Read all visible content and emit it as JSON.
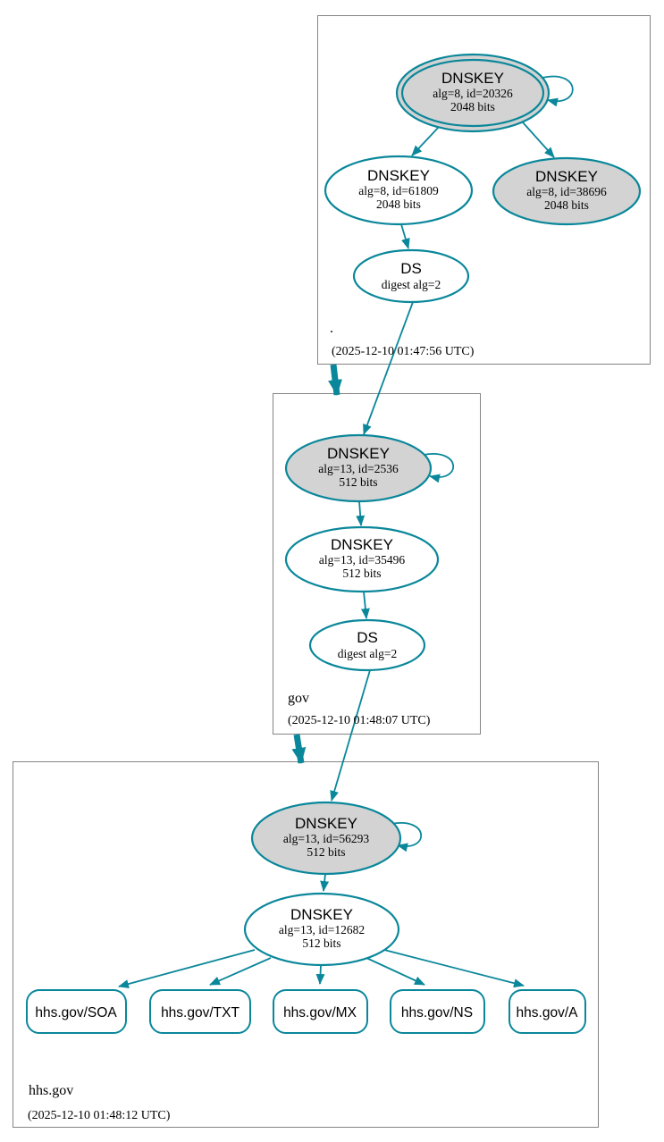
{
  "colors": {
    "edge": "#0a879a",
    "ksk_fill": "#d3d3d3",
    "node_fill": "#ffffff",
    "box_border": "#848484",
    "text": "#000000"
  },
  "zones": [
    {
      "label": ".",
      "timestamp": "(2025-12-10 01:47:56 UTC)",
      "nodes": [
        {
          "type": "dnskey-ksk-sep",
          "title": "DNSKEY",
          "detail1": "alg=8, id=20326",
          "detail2": "2048 bits"
        },
        {
          "type": "dnskey-zsk",
          "title": "DNSKEY",
          "detail1": "alg=8, id=61809",
          "detail2": "2048 bits"
        },
        {
          "type": "dnskey-ksk",
          "title": "DNSKEY",
          "detail1": "alg=8, id=38696",
          "detail2": "2048 bits"
        },
        {
          "type": "ds",
          "title": "DS",
          "detail1": "digest alg=2"
        }
      ]
    },
    {
      "label": "gov",
      "timestamp": "(2025-12-10 01:48:07 UTC)",
      "nodes": [
        {
          "type": "dnskey-ksk",
          "title": "DNSKEY",
          "detail1": "alg=13, id=2536",
          "detail2": "512 bits"
        },
        {
          "type": "dnskey-zsk",
          "title": "DNSKEY",
          "detail1": "alg=13, id=35496",
          "detail2": "512 bits"
        },
        {
          "type": "ds",
          "title": "DS",
          "detail1": "digest alg=2"
        }
      ]
    },
    {
      "label": "hhs.gov",
      "timestamp": "(2025-12-10 01:48:12 UTC)",
      "nodes": [
        {
          "type": "dnskey-ksk",
          "title": "DNSKEY",
          "detail1": "alg=13, id=56293",
          "detail2": "512 bits"
        },
        {
          "type": "dnskey-zsk",
          "title": "DNSKEY",
          "detail1": "alg=13, id=12682",
          "detail2": "512 bits"
        }
      ],
      "rrsets": [
        {
          "label": "hhs.gov/SOA"
        },
        {
          "label": "hhs.gov/TXT"
        },
        {
          "label": "hhs.gov/MX"
        },
        {
          "label": "hhs.gov/NS"
        },
        {
          "label": "hhs.gov/A"
        }
      ]
    }
  ]
}
